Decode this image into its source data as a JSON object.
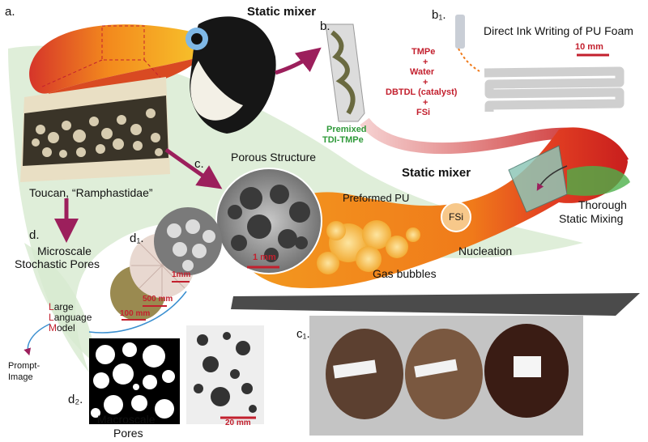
{
  "panels": {
    "a": "a.",
    "b": "b.",
    "b1": "b₁.",
    "c": "c.",
    "c1": "c₁.",
    "d": "d.",
    "d1": "d₁.",
    "d2": "d₂."
  },
  "labels": {
    "static_mixer_top": "Static mixer",
    "static_mixer_mid": "Static mixer",
    "direct_ink_writing": "Direct Ink Writing of PU Foam",
    "scale_10mm": "10 mm",
    "toucan": "Toucan, “Ramphastidae”",
    "porous_structure": "Porous Structure",
    "preformed_pu": "Preformed PU",
    "fsi_bubble": "FSi",
    "nucleation": "Nucleation",
    "gas_bubbles": "Gas bubbles",
    "thorough_mixing_1": "Thorough",
    "thorough_mixing_2": "Static Mixing",
    "scale_1mm_c": "1 mm",
    "microscale_1": "Microscale",
    "microscale_2": "Stochastic Pores",
    "scale_1mm_d": "1mm",
    "scale_500mm": "500 mm",
    "scale_100mm": "100 mm",
    "macroscale_1": "Macroscale",
    "macroscale_2": "Pores",
    "scale_20mm": "20 mm",
    "prompt_1": "Prompt-",
    "prompt_2": "Image"
  },
  "ingredients": {
    "tmpe": "TMPe",
    "plus1": "+",
    "water": "Water",
    "plus2": "+",
    "dbtdl": "DBTDL (catalyst)",
    "plus3": "+",
    "fsi": "FSi"
  },
  "premixed": {
    "line1": "Premixed",
    "line2": "TDI-TMPe"
  },
  "llm": {
    "l_cap": "L",
    "l_rest": "arge",
    "g_cap": "L",
    "g_rest": "anguage",
    "m_cap": "M",
    "m_rest": "odel"
  },
  "colors": {
    "accent_red": "#c3202e",
    "arrow_purple": "#9c1f5c",
    "green_text": "#2f9a3a",
    "leaf_green": "#d7ead0",
    "tube_orange": "#f28c1e"
  }
}
